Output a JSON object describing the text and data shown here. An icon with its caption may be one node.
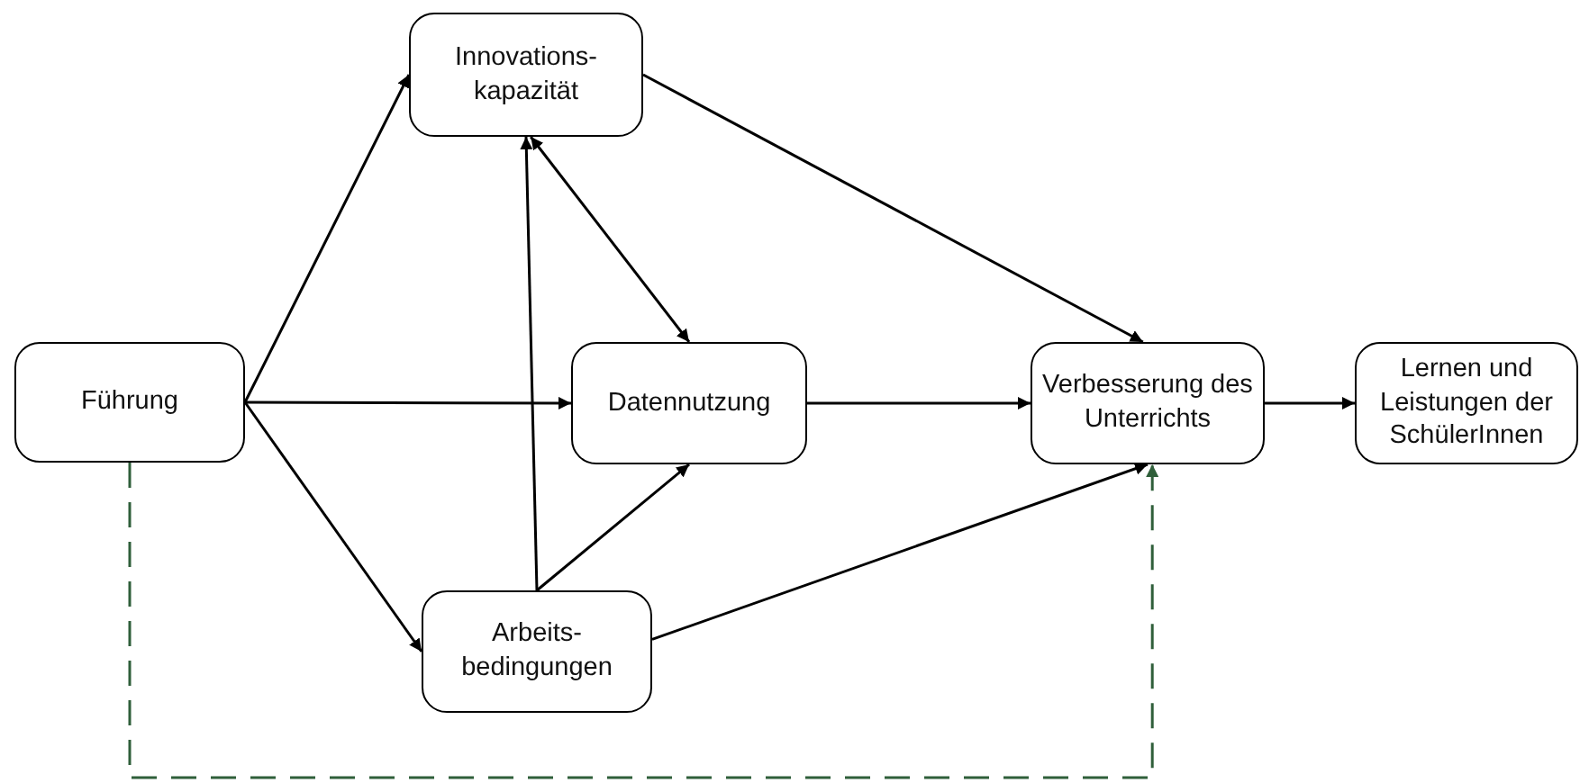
{
  "diagram": {
    "nodes": [
      {
        "text": [
          "Führung"
        ]
      },
      {
        "text": [
          "Innovations- kapazität"
        ]
      },
      {
        "text": [
          "Datennutzung"
        ]
      },
      {
        "text": [
          "Arbeits- bedingungen"
        ]
      },
      {
        "text": [
          "Verbesserung des Unterrichts"
        ]
      },
      {
        "text": [
          "Lernen und Leistungen der SchülerInnen"
        ]
      }
    ],
    "edges": [
      {
        "from": 0,
        "to": 1,
        "arrow": "to"
      },
      {
        "from": 0,
        "to": 2,
        "arrow": "to"
      },
      {
        "from": 0,
        "to": 3,
        "arrow": "to"
      },
      {
        "from": 1,
        "to": 4,
        "arrow": "to"
      },
      {
        "from": 1,
        "to": 2,
        "arrow": "both"
      },
      {
        "from": 3,
        "to": 1,
        "arrow": "to"
      },
      {
        "from": 3,
        "to": 2,
        "arrow": "to"
      },
      {
        "from": 2,
        "to": 4,
        "arrow": "to"
      },
      {
        "from": 3,
        "to": 4,
        "arrow": "to"
      },
      {
        "from": 4,
        "to": 5,
        "arrow": "to"
      },
      {
        "from": 0,
        "to": 4,
        "arrow": "to",
        "style": "dashed",
        "color": "#2f5f3a"
      }
    ]
  }
}
